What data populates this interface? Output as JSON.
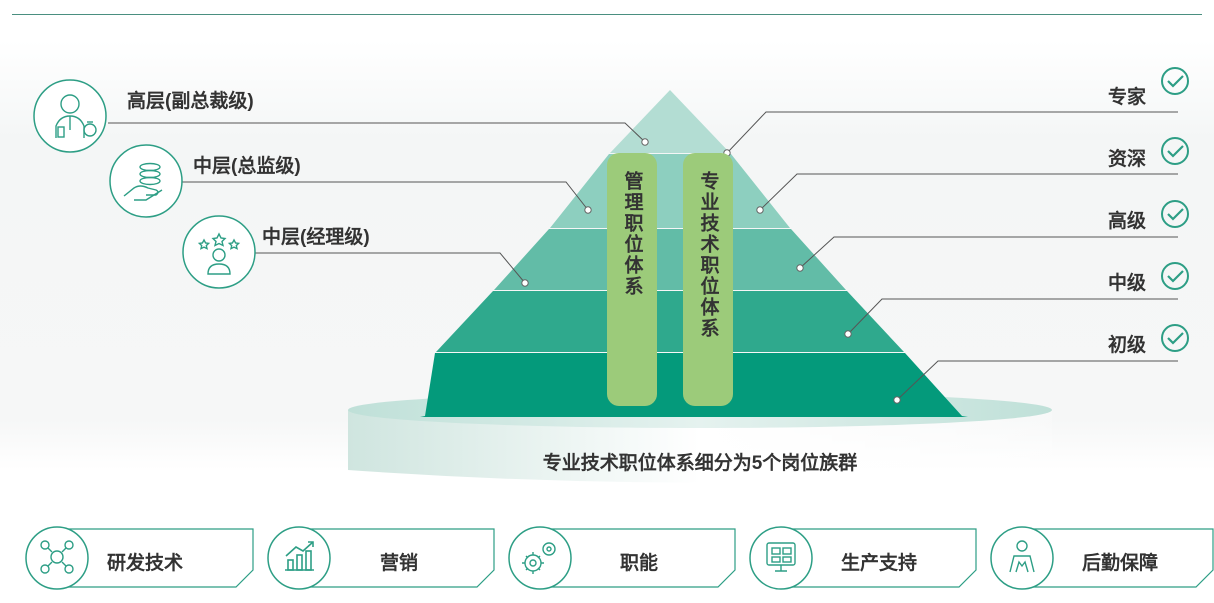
{
  "left_levels": [
    {
      "label": "高层(副总裁级)",
      "icon": "executive-icon"
    },
    {
      "label": "中层(总监级)",
      "icon": "hand-coins-icon"
    },
    {
      "label": "中层(经理级)",
      "icon": "person-stars-icon"
    }
  ],
  "right_levels": [
    {
      "label": "专家",
      "icon": "check-circle-icon"
    },
    {
      "label": "资深",
      "icon": "check-circle-icon"
    },
    {
      "label": "高级",
      "icon": "check-circle-icon"
    },
    {
      "label": "中级",
      "icon": "check-circle-icon"
    },
    {
      "label": "初级",
      "icon": "check-circle-icon"
    }
  ],
  "bars": {
    "management": "管理职位体系",
    "professional": "专业技术职位体系"
  },
  "base_caption": "专业技术职位体系细分为5个岗位族群",
  "families": [
    {
      "label": "研发技术",
      "icon": "network-icon"
    },
    {
      "label": "营销",
      "icon": "growth-chart-icon"
    },
    {
      "label": "职能",
      "icon": "gears-icon"
    },
    {
      "label": "生产支持",
      "icon": "monitor-icon"
    },
    {
      "label": "后勤保障",
      "icon": "team-icon"
    }
  ],
  "colors": {
    "pyramid_layers": [
      "#b3ddd3",
      "#8dcfbf",
      "#62bca7",
      "#2fa98d",
      "#049a7b"
    ],
    "bar": "#9ccb7a",
    "accent": "#2d9e85"
  }
}
